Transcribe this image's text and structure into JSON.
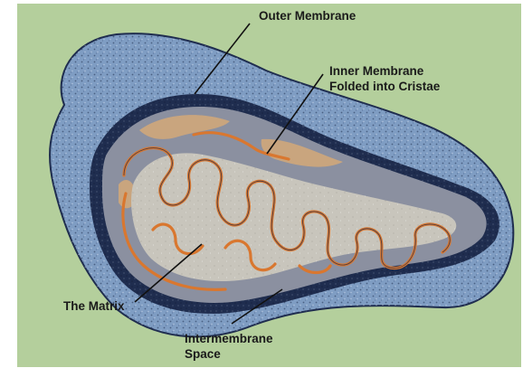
{
  "diagram": {
    "labels": {
      "outer_membrane": "Outer Membrane",
      "inner_membrane_line1": "Inner Membrane",
      "inner_membrane_line2": "Folded into Cristae",
      "matrix": "The Matrix",
      "intermembrane_line1": "Intermembrane",
      "intermembrane_line2": "Space"
    },
    "colors": {
      "background": "#b4cf9c",
      "outer_membrane": "#7f9dc3",
      "outer_membrane_dark": "#1f2d4f",
      "inner_surface": "#8b90a0",
      "matrix": "#c8c5bc",
      "cristae_fold": "#d9772f",
      "tan_highlight": "#c9a57e",
      "leader_line": "#111111"
    }
  }
}
